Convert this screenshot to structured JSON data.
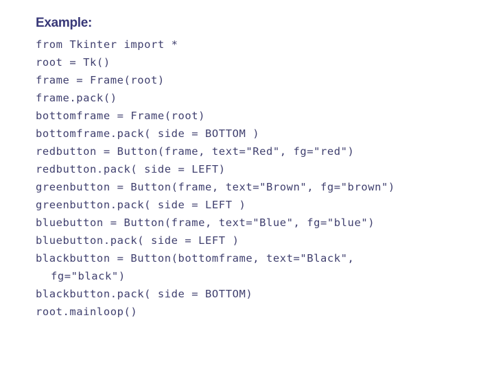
{
  "slide": {
    "background_color": "#ffffff",
    "title": "Example:",
    "title_color": "#383878",
    "code_color": "#3f3f6e"
  },
  "code": {
    "language": "python",
    "lines": [
      {
        "text": "from Tkinter import *",
        "continuation": false
      },
      {
        "text": "root = Tk()",
        "continuation": false
      },
      {
        "text": "frame = Frame(root)",
        "continuation": false
      },
      {
        "text": "frame.pack()",
        "continuation": false
      },
      {
        "text": "bottomframe = Frame(root)",
        "continuation": false
      },
      {
        "text": "bottomframe.pack( side = BOTTOM )",
        "continuation": false
      },
      {
        "text": "redbutton = Button(frame, text=\"Red\", fg=\"red\")",
        "continuation": false
      },
      {
        "text": "redbutton.pack( side = LEFT)",
        "continuation": false
      },
      {
        "text": "greenbutton = Button(frame, text=\"Brown\", fg=\"brown\")",
        "continuation": false
      },
      {
        "text": "greenbutton.pack( side = LEFT )",
        "continuation": false
      },
      {
        "text": "bluebutton = Button(frame, text=\"Blue\", fg=\"blue\")",
        "continuation": false
      },
      {
        "text": "bluebutton.pack( side = LEFT )",
        "continuation": false
      },
      {
        "text": "blackbutton = Button(bottomframe, text=\"Black\",",
        "continuation": false
      },
      {
        "text": "fg=\"black\")",
        "continuation": true
      },
      {
        "text": "blackbutton.pack( side = BOTTOM)",
        "continuation": false
      },
      {
        "text": "root.mainloop()",
        "continuation": false
      }
    ]
  }
}
